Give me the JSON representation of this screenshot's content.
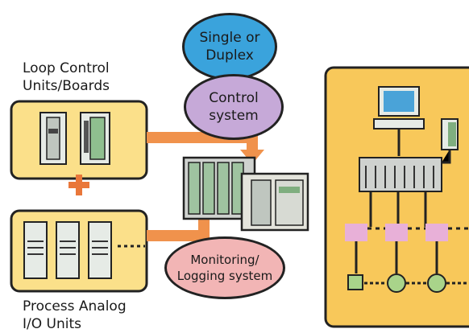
{
  "labels": {
    "loop_control": "Loop Control\nUnits/Boards",
    "process_analog": "Process Analog\nI/O Units",
    "single_duplex": "Single or\nDuplex",
    "control_system": "Control\nsystem",
    "monitoring": "Monitoring/\nLogging system"
  },
  "colors": {
    "panel_fill": "#fbe08a",
    "right_panel_fill": "#f8c85a",
    "arrow": "#f0924c",
    "plus": "#e9773a",
    "blue_ellipse": "#3aa3dc",
    "lavender_ellipse": "#c6a9d8",
    "pink_ellipse": "#f2b5b5",
    "module_green": "#9fc3a0",
    "module_gray": "#cfd2cf",
    "monitor_screen": "#4aa3d8",
    "pink_box": "#e8b0d8",
    "green_node": "#a9d48a"
  },
  "icons": [
    "monitor-icon",
    "handheld-icon",
    "plc-rack-icon",
    "valve-icon"
  ]
}
